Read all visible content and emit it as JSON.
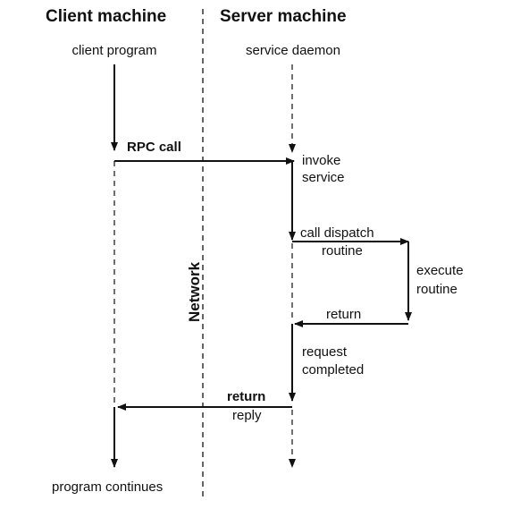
{
  "headers": {
    "client": "Client machine",
    "server": "Server machine"
  },
  "labels": {
    "client_program": "client program",
    "service_daemon": "service daemon",
    "rpc_call": "RPC call",
    "invoke_service_1": "invoke",
    "invoke_service_2": "service",
    "call_dispatch_1": "call dispatch",
    "call_dispatch_2": "routine",
    "execute_routine_1": "execute",
    "execute_routine_2": "routine",
    "return_inner": "return",
    "request_completed_1": "request",
    "request_completed_2": "completed",
    "return_reply_1": "return",
    "return_reply_2": "reply",
    "program_continues": "program continues",
    "network": "Network"
  }
}
